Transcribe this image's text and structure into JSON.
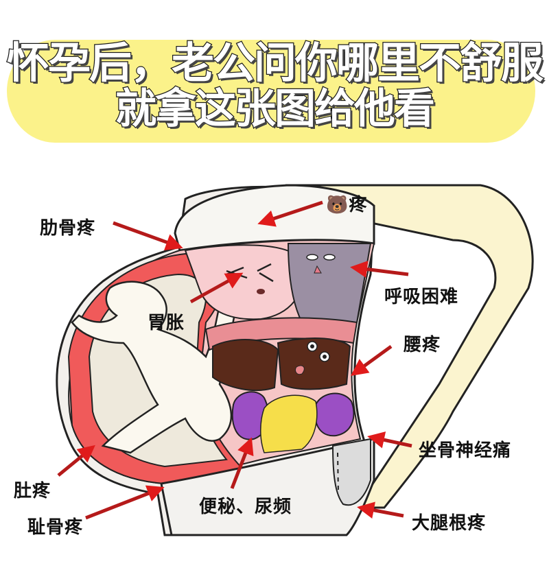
{
  "header": {
    "line1": "怀孕后，老公问你哪里不舒服",
    "line2": "就拿这张图给他看",
    "banner_color": "#fbf28a"
  },
  "labels": {
    "rib_pain": "肋骨疼",
    "breast_pain": "🐻疼",
    "breathing_difficulty": "呼吸困难",
    "stomach_bloating": "胃胀",
    "back_pain": "腰疼",
    "sciatica": "坐骨神经痛",
    "belly_pain": "肚疼",
    "pubic_bone_pain": "耻骨疼",
    "constipation_frequent_urination": "便秘、尿频",
    "groin_pain": "大腿根疼"
  },
  "colors": {
    "arrow": "#d91e1e",
    "uterus": "#f05a5a",
    "skin_pink": "#f6c6c6",
    "lung": "#9b8fa3",
    "liver": "#5a2a1a",
    "kidney": "#9b4fc4",
    "bladder": "#f6de4a",
    "arm": "#fbf4cf"
  }
}
